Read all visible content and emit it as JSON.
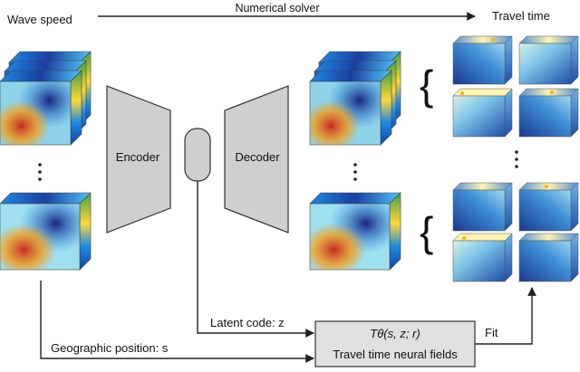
{
  "labels": {
    "wave_speed": "Wave speed",
    "numerical_solver": "Numerical solver",
    "travel_time": "Travel time",
    "encoder": "Encoder",
    "decoder": "Decoder",
    "latent_code": "Latent code: z",
    "geographic_position": "Geographic position: s",
    "neural_field_formula": "Tθ(s, z; r)",
    "neural_fields": "Travel time neural fields",
    "fit": "Fit"
  },
  "colors": {
    "block": "#cfcfcf",
    "block_stroke": "#333333",
    "arrow": "#222222",
    "field_box": "#e0e0e0",
    "velocity_colormap": [
      "#1a237e",
      "#1e88e5",
      "#80deea",
      "#fff59d",
      "#ff9800",
      "#d32f2f"
    ],
    "traveltime_colormap": [
      "#283593",
      "#1976d2",
      "#64b5f6",
      "#b3e5fc",
      "#fff9c4",
      "#ffb300"
    ]
  }
}
